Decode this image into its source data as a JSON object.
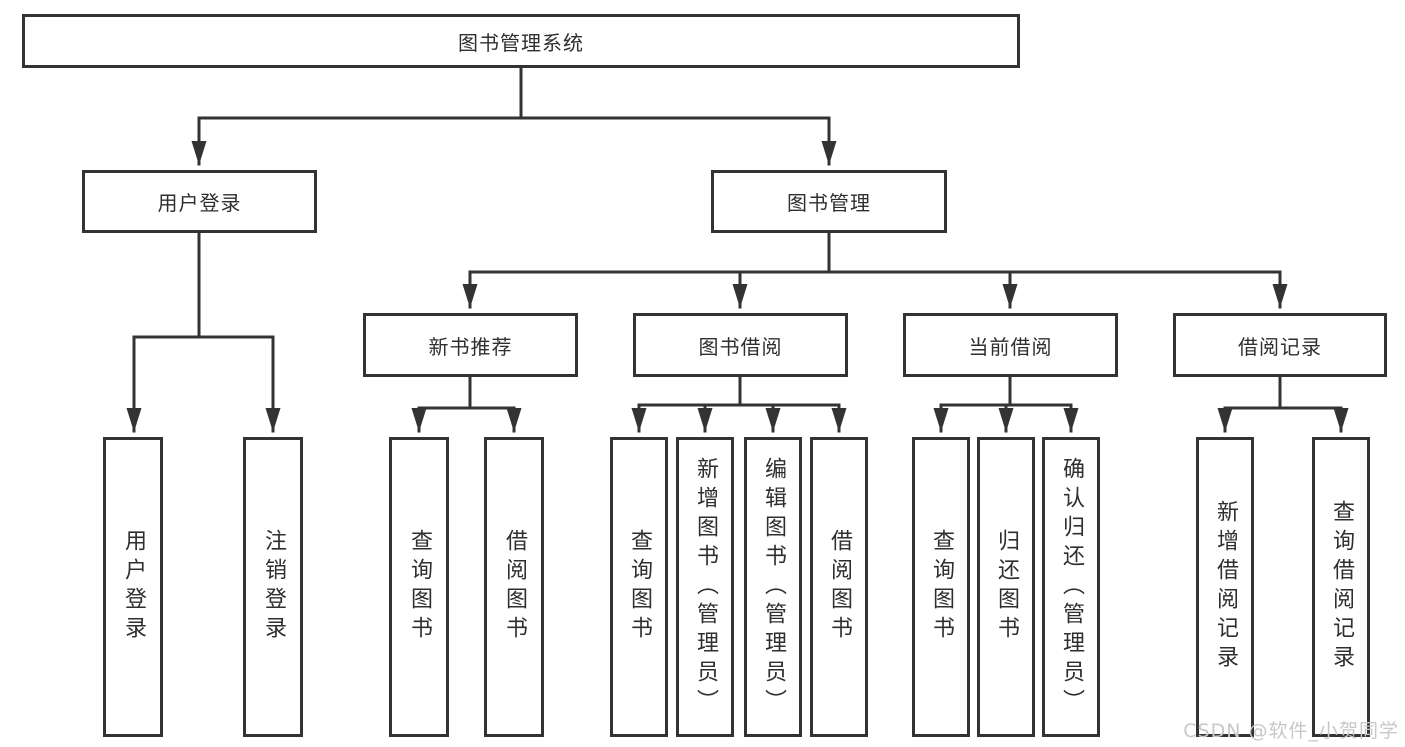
{
  "diagram_title": "图书管理系统",
  "colors": {
    "line": "#333333",
    "box_border": "#333333",
    "box_fill": "#ffffff",
    "text": "#2f2f2f",
    "watermark": "#c8c8c8",
    "background": "#ffffff"
  },
  "nodes": {
    "root": {
      "label": "图书管理系统"
    },
    "user_login": {
      "label": "用户登录"
    },
    "book_mgmt": {
      "label": "图书管理"
    },
    "new_book_rec": {
      "label": "新书推荐"
    },
    "book_borrow": {
      "label": "图书借阅"
    },
    "current_borrow": {
      "label": "当前借阅"
    },
    "borrow_record": {
      "label": "借阅记录"
    },
    "ul_login": {
      "label": "用户登录"
    },
    "ul_logout": {
      "label": "注销登录"
    },
    "nb_query": {
      "label": "查询图书"
    },
    "nb_borrow": {
      "label": "借阅图书"
    },
    "bb_query": {
      "label": "查询图书"
    },
    "bb_add": {
      "label": "新增图书（管理员）"
    },
    "bb_edit": {
      "label": "编辑图书（管理员）"
    },
    "bb_borrow": {
      "label": "借阅图书"
    },
    "cb_query": {
      "label": "查询图书"
    },
    "cb_return": {
      "label": "归还图书"
    },
    "cb_confirm": {
      "label": "确认归还（管理员）"
    },
    "br_add": {
      "label": "新增借阅记录"
    },
    "br_query": {
      "label": "查询借阅记录"
    }
  },
  "hierarchy": {
    "图书管理系统": {
      "用户登录": [
        "用户登录",
        "注销登录"
      ],
      "图书管理": {
        "新书推荐": [
          "查询图书",
          "借阅图书"
        ],
        "图书借阅": [
          "查询图书",
          "新增图书（管理员）",
          "编辑图书（管理员）",
          "借阅图书"
        ],
        "当前借阅": [
          "查询图书",
          "归还图书",
          "确认归还（管理员）"
        ],
        "借阅记录": [
          "新增借阅记录",
          "查询借阅记录"
        ]
      }
    }
  },
  "watermark": {
    "text": "CSDN @软件_小贺同学"
  }
}
